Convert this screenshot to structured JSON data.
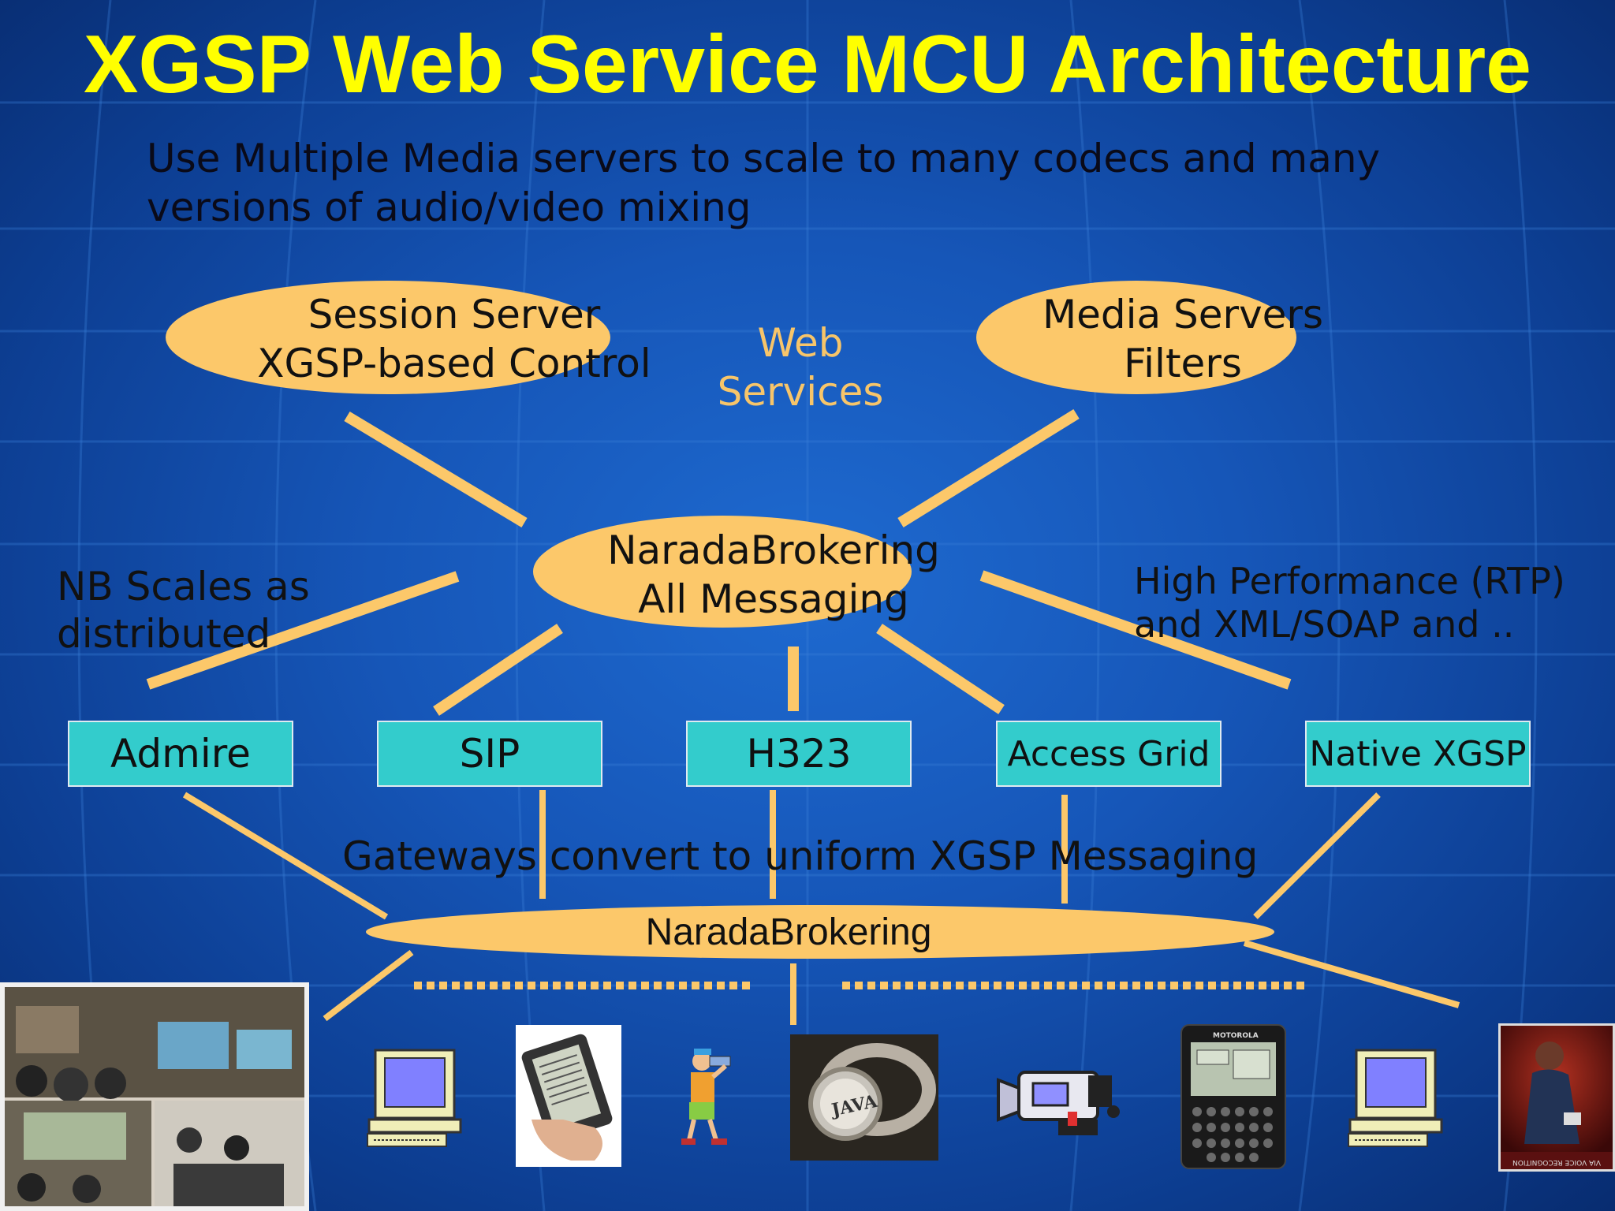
{
  "title": "XGSP Web Service MCU Architecture",
  "subtitle": {
    "line1": "Use Multiple Media servers to scale to many codecs and many",
    "line2": "versions of audio/video mixing"
  },
  "session_server": {
    "line1": "Session Server",
    "line2": "XGSP-based Control"
  },
  "media_servers": {
    "line1": "Media Servers",
    "line2": "Filters"
  },
  "web_services": {
    "line1": "Web",
    "line2": "Services"
  },
  "narada_main": {
    "line1": "NaradaBrokering",
    "line2": "All Messaging"
  },
  "nb_scales": {
    "line1": "NB Scales as",
    "line2": "distributed"
  },
  "high_perf": {
    "line1": "High Performance (RTP)",
    "line2": "and XML/SOAP and .."
  },
  "gateways": [
    "Admire",
    "SIP",
    "H323",
    "Access Grid",
    "Native XGSP"
  ],
  "gateways_caption": "Gateways convert to uniform XGSP Messaging",
  "narada_bottom": "NaradaBrokering",
  "devices": [
    {
      "icon": "meeting-room-photo-icon"
    },
    {
      "icon": "desktop-computer-icon"
    },
    {
      "icon": "handheld-reader-icon"
    },
    {
      "icon": "person-with-camera-icon"
    },
    {
      "icon": "java-ring-icon"
    },
    {
      "icon": "video-camera-icon"
    },
    {
      "icon": "motorola-pager-icon"
    },
    {
      "icon": "desktop-computer-icon"
    },
    {
      "icon": "voice-recognition-photo-icon"
    }
  ],
  "voice_recognition_caption": "VIA VOICE RECOGNITION",
  "colors": {
    "title": "#ffff00",
    "ellipse": "#fcc86a",
    "connector": "#fcc86a",
    "gateway_box": "#33cccc",
    "web_services_text": "#f7c56a"
  }
}
